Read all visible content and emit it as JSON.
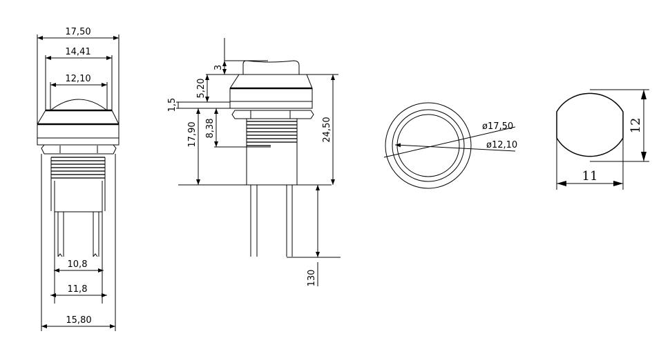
{
  "front_view": {
    "dim_overall_width": "17,50",
    "dim_cap_width": "14,41",
    "dim_button_width": "12,10",
    "dim_pin_inner": "10,8",
    "dim_pin_outer": "11,8",
    "dim_body_width": "15,80"
  },
  "side_view": {
    "dim_button_height": "3",
    "dim_cap_height": "5,20",
    "dim_flange": "1,5",
    "dim_body_height": "17,90",
    "dim_thread_length": "8,38",
    "dim_total_height": "24,50",
    "dim_pin_length": "130"
  },
  "top_view": {
    "dim_outer_diameter": "ø17,50",
    "dim_inner_diameter": "ø12,10"
  },
  "cutout_view": {
    "dim_width": "11",
    "dim_height": "12"
  },
  "colors": {
    "line": "#000000",
    "thread": "#555555"
  }
}
